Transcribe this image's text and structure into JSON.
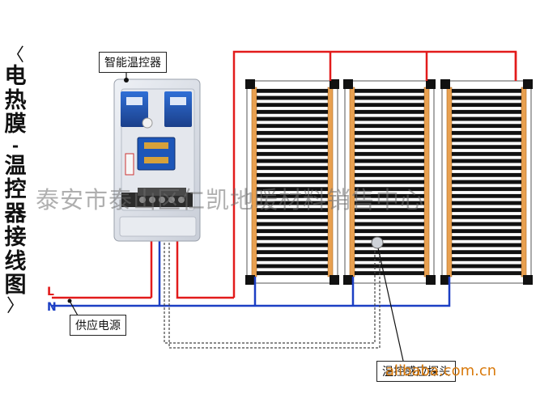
{
  "title_chars": [
    "〈",
    "电",
    "热",
    "膜",
    "-",
    "温",
    "控",
    "器",
    "接",
    "线",
    "图",
    "〉"
  ],
  "labels": {
    "thermostat": "智能温控器",
    "power_supply": "供应电源",
    "sensor_probe": "温控感应探头",
    "line_L": "L",
    "line_N": "N"
  },
  "watermark": "泰安市泰山区仁凯地暖材料销售中心",
  "website": "alibaba.com.cn",
  "colors": {
    "live_wire": "#e21b1b",
    "neutral_wire": "#1c3fc4",
    "film_strip": "#e8a050",
    "film_carbon": "#111111"
  }
}
